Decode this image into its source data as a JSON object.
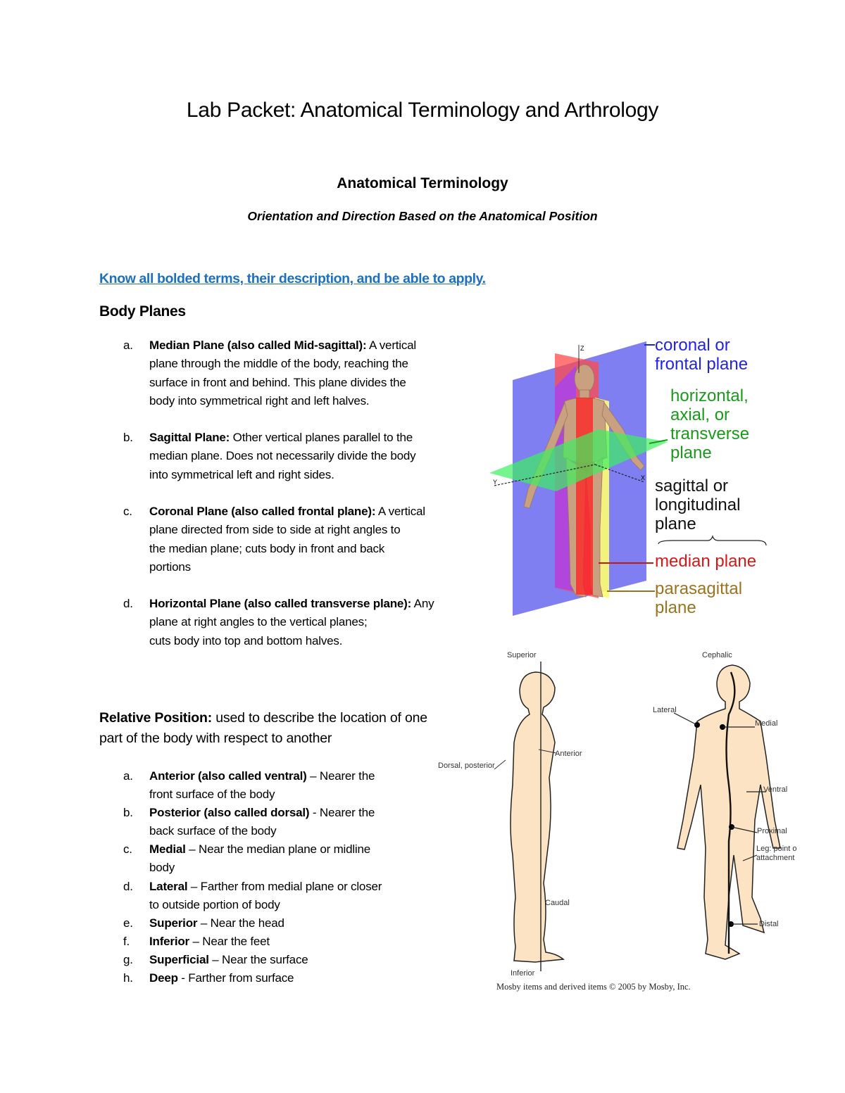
{
  "document": {
    "title": "Lab Packet: Anatomical Terminology and Arthrology",
    "section_title": "Anatomical Terminology",
    "section_subtitle": "Orientation and Direction Based on the Anatomical Position",
    "instruction_link": "Know all bolded terms, their description, and be able to apply.",
    "colors": {
      "link": "#1f6fbf",
      "text": "#000000"
    }
  },
  "body_planes": {
    "heading": "Body Planes",
    "items": [
      {
        "marker": "a.",
        "term": "Median Plane (also called Mid-sagittal):",
        "lines": [
          " A vertical",
          "plane through the middle of the body, reaching the",
          "surface in front and behind.  This plane divides the",
          "body into symmetrical right and left halves."
        ]
      },
      {
        "marker": "b.",
        "term": "Sagittal Plane:",
        "lines": [
          " Other vertical planes parallel to the",
          "median plane. Does not necessarily divide the body",
          "into symmetrical left and right sides."
        ]
      },
      {
        "marker": "c.",
        "term": "Coronal Plane (also called frontal plane):",
        "lines": [
          " A vertical",
          "plane directed from side to side at right angles to",
          "the median plane; cuts body in front and back",
          "portions"
        ]
      },
      {
        "marker": "d.",
        "term": "Horizontal Plane (also called transverse plane):",
        "lines": [
          " Any",
          "plane at right angles to the vertical planes;",
          "cuts body into top and bottom halves."
        ]
      }
    ]
  },
  "planes_figure": {
    "labels": {
      "coronal": [
        "coronal or",
        "frontal plane"
      ],
      "horizontal": [
        "horizontal,",
        "axial, or",
        "transverse",
        "plane"
      ],
      "sagittal": [
        "sagittal or",
        "longitudinal",
        "plane"
      ],
      "median": [
        "median plane"
      ],
      "parasagittal": [
        "parasagittal",
        "plane"
      ]
    },
    "axes": {
      "x": "X",
      "y": "Y",
      "z": "Z"
    },
    "colors": {
      "coronal": "#2323e6",
      "horizontal": "#1a9a1a",
      "sagittal": "#111111",
      "median": "#d81818",
      "parasagittal": "#9a7420",
      "coronal_plane_fill": "#7878f0",
      "horizontal_plane_fill": "#3cf060",
      "median_plane_fill": "#ff2020",
      "parasagittal_plane_fill": "#ffff70",
      "skin": "#c9a080"
    }
  },
  "relative_position": {
    "heading_bold": "Relative Position:",
    "heading_text": " used to describe the location of one part of the body with respect to another",
    "items": [
      {
        "marker": "a.",
        "term": "Anterior (also called ventral)",
        "lines": [
          " – Nearer the",
          "front surface of the body"
        ]
      },
      {
        "marker": "b.",
        "term": "Posterior (also called dorsal)",
        "lines": [
          " - Nearer the",
          "back surface of the body"
        ]
      },
      {
        "marker": "c.",
        "term": "Medial",
        "lines": [
          " – Near the median plane or midline",
          "body"
        ]
      },
      {
        "marker": "d.",
        "term": "Lateral",
        "lines": [
          " – Farther from medial plane or closer",
          "to outside portion of body"
        ]
      },
      {
        "marker": "e.",
        "term": "Superior",
        "lines": [
          " – Near the head"
        ]
      },
      {
        "marker": "f.",
        "term": "Inferior",
        "lines": [
          " – Near the feet"
        ]
      },
      {
        "marker": "g.",
        "term": "Superficial",
        "lines": [
          " – Near the surface"
        ]
      },
      {
        "marker": "h.",
        "term": "Deep",
        "lines": [
          " - Farther from surface"
        ]
      }
    ]
  },
  "directions_figure": {
    "side_labels": {
      "superior": "Superior",
      "inferior": "Inferior",
      "dorsal": "Dorsal, posterior",
      "anterior": "Anterior",
      "caudal": "Caudal"
    },
    "front_labels": {
      "cephalic": "Cephalic",
      "lateral": "Lateral",
      "medial": "Medial",
      "ventral": "Ventral",
      "proximal": "Proximal",
      "leg_attach_1": "Leg: point o",
      "leg_attach_2": "attachment",
      "distal": "Distal"
    },
    "credit": "Mosby items and derived items © 2005 by Mosby, Inc.",
    "colors": {
      "skin": "#fbe3c4",
      "outline": "#222222"
    }
  }
}
